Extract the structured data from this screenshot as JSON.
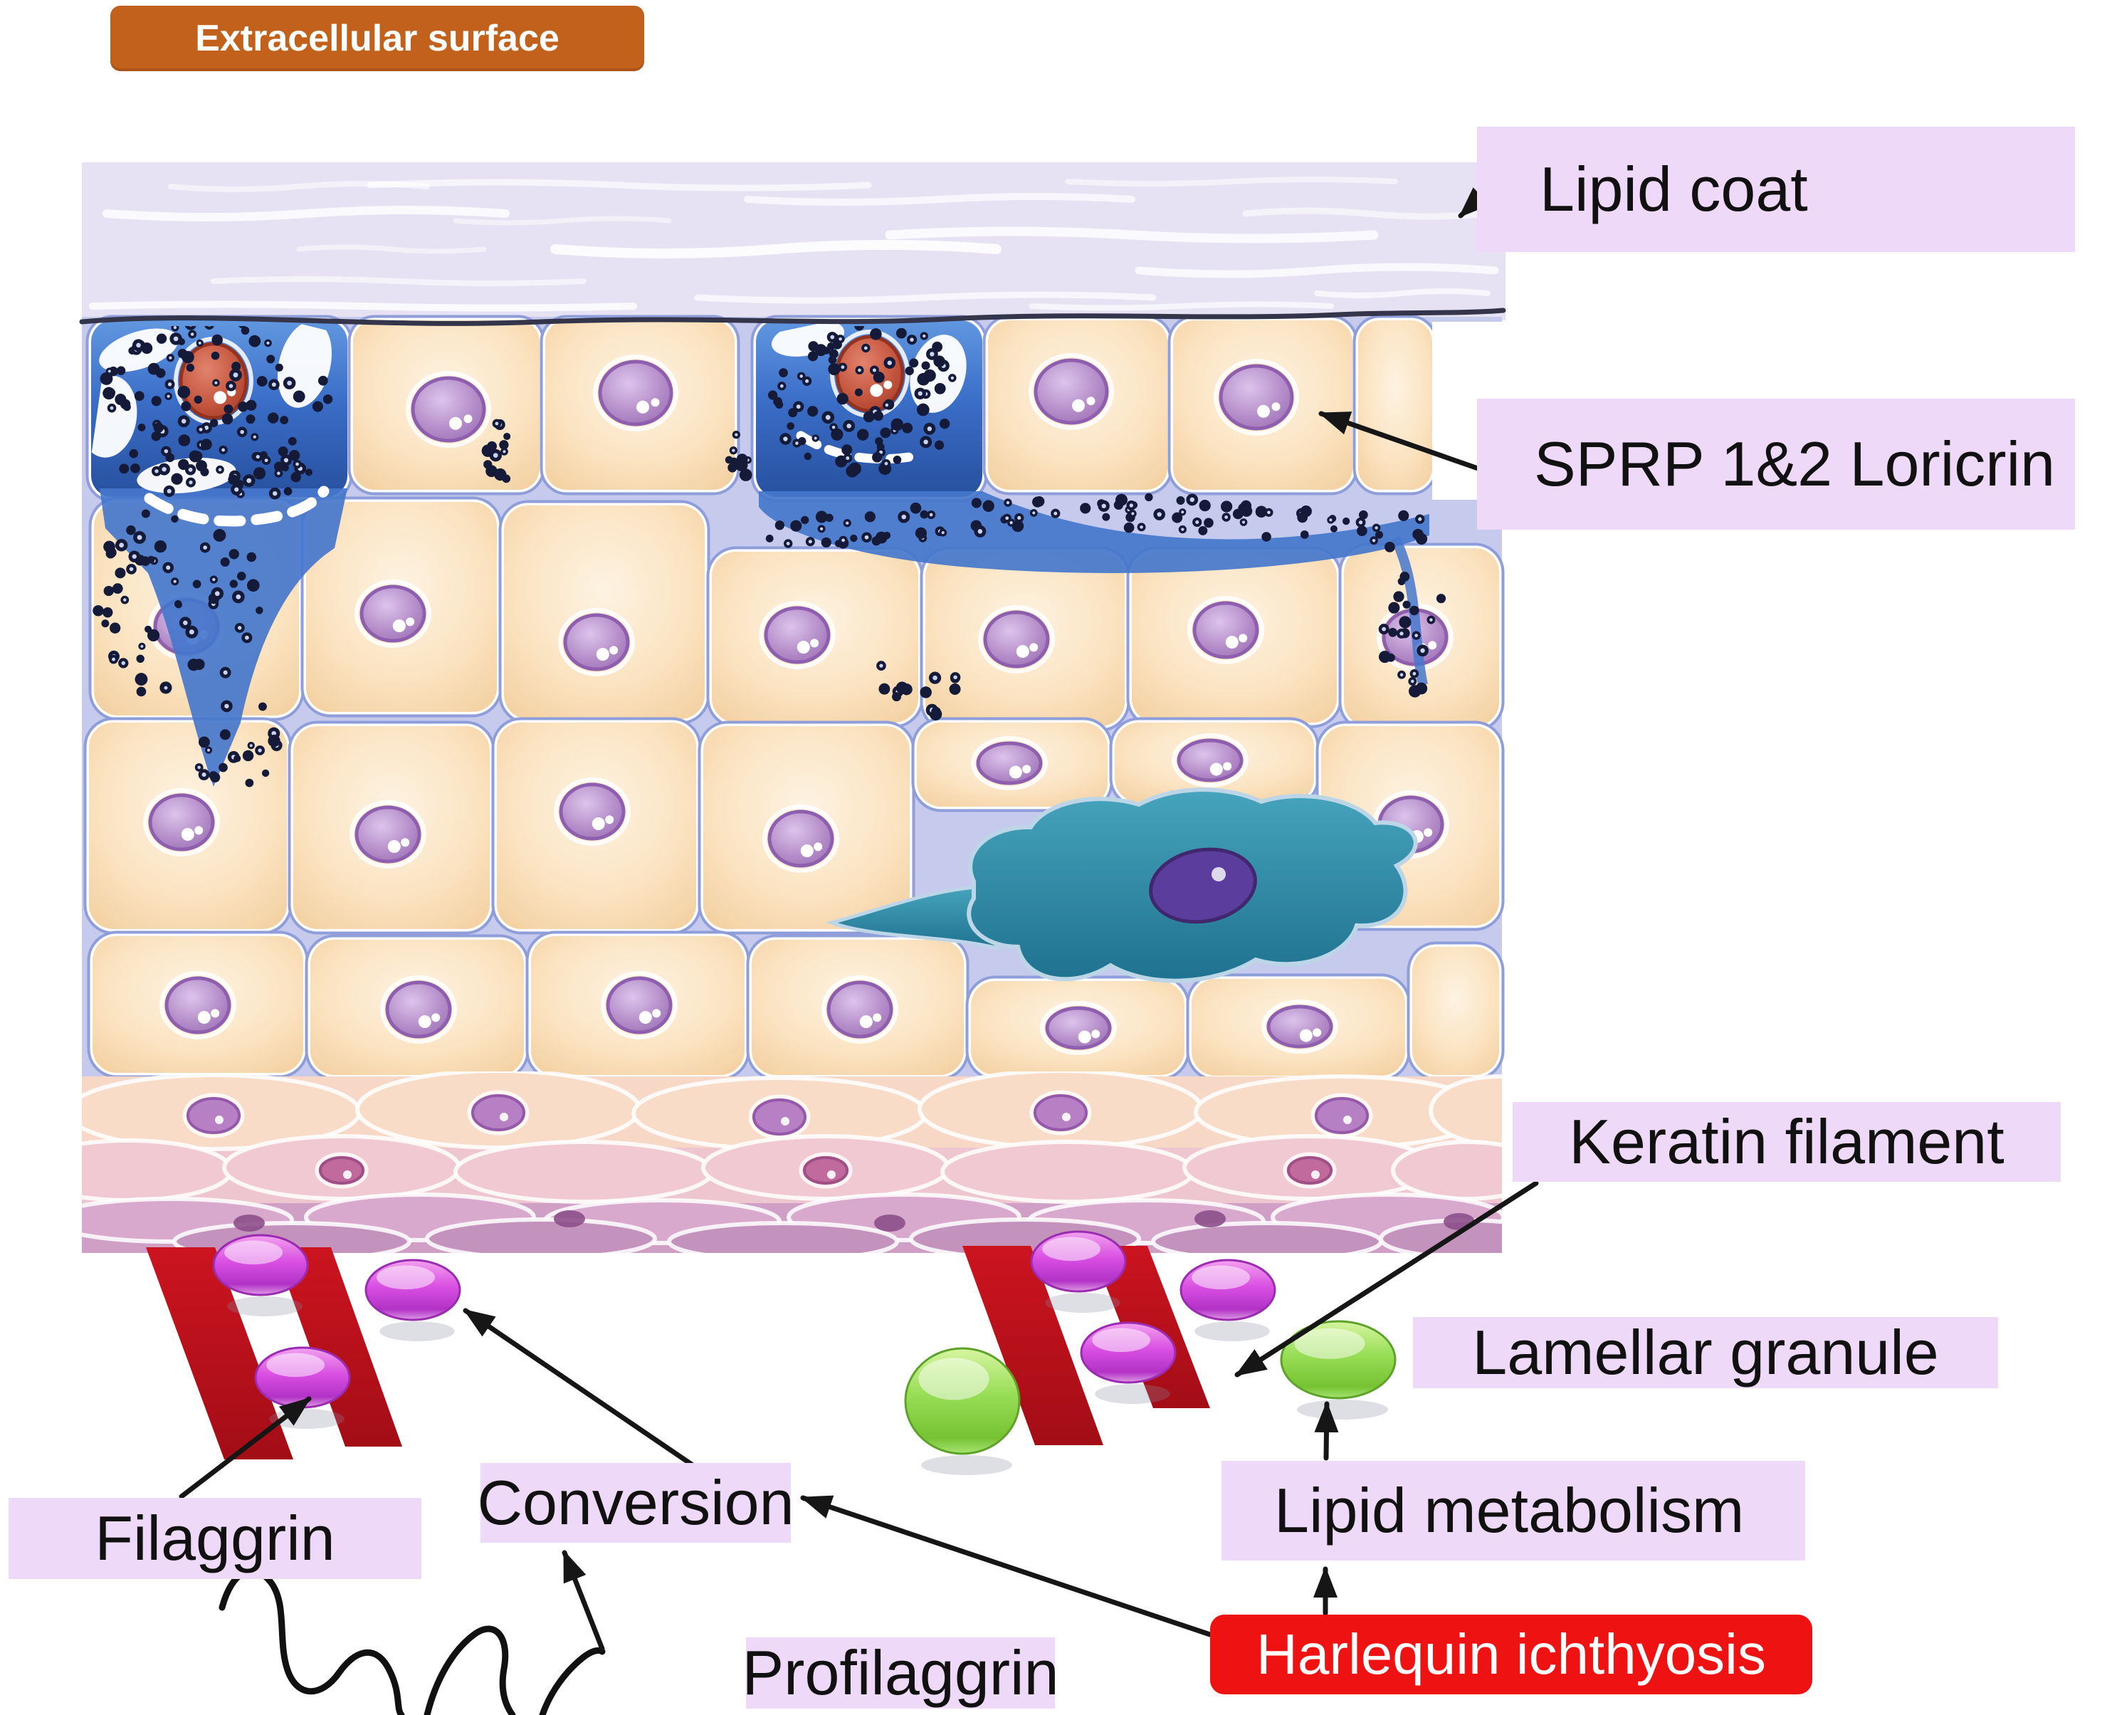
{
  "banner": {
    "title": "Extracellular surface"
  },
  "labels": {
    "lipid_coat": "Lipid coat",
    "sprp": "SPRP 1&2 Loricrin",
    "keratin_filament": "Keratin filament",
    "lamellar_granule": "Lamellar granule",
    "lipid_metabolism": "Lipid metabolism",
    "conversion": "Conversion",
    "filaggrin": "Filaggrin",
    "profilaggrin": "Profilaggrin",
    "harlequin": "Harlequin ichthyosis"
  },
  "colors": {
    "banner_bg": "#c2611b",
    "label_box_bg": "#efd9f9",
    "label_text": "#111111",
    "harlequin_bg": "#ef1212",
    "harlequin_text": "#ffffff",
    "arrow": "#161616",
    "keratin_bar_red": "#c21218",
    "filaggrin_granule_pink": "#d94fe2",
    "lamellar_granule_green": "#8fd94c",
    "tissue_matrix_lavender": "#c6cbee",
    "peach_cell": "#fae2bf",
    "blue_granular_cell": "#3b6ec8",
    "teal_cell": "#2f8ca8",
    "lipid_band": "#e6e1f3",
    "bottom_mauve_band": "#cf9fc6"
  }
}
